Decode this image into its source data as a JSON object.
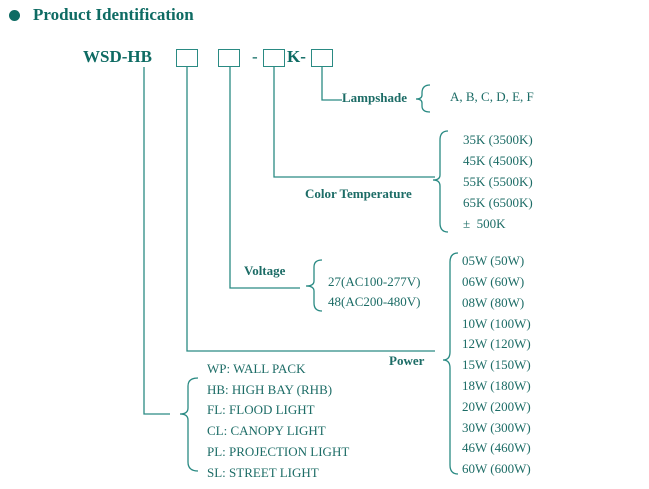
{
  "title": "Product Identification",
  "code": {
    "prefix": "WSD-HB",
    "dash1": "-",
    "k": "K-"
  },
  "labels": {
    "lampshade": "Lampshade",
    "color_temperature": "Color Temperature",
    "voltage": "Voltage",
    "power": "Power"
  },
  "lampshade_options": "A, B, C, D, E, F",
  "color_temperature_options": [
    "35K (3500K)",
    "45K (4500K)",
    "55K (5500K)",
    "65K (6500K)",
    "±  500K"
  ],
  "voltage_options": [
    "27(AC100-277V)",
    "48(AC200-480V)"
  ],
  "power_options": [
    "05W (50W)",
    "06W (60W)",
    "08W (80W)",
    "10W (100W)",
    "12W (120W)",
    "15W (150W)",
    "18W (180W)",
    "20W (200W)",
    "30W (300W)",
    "46W (460W)",
    "60W (600W)"
  ],
  "type_options": [
    "WP: WALL PACK",
    "HB: HIGH BAY (RHB)",
    "FL: FLOOD LIGHT",
    "CL: CANOPY LIGHT",
    "PL: PROJECTION LIGHT",
    "SL: STREET LIGHT"
  ],
  "colors": {
    "accent": "#0e6b63",
    "line": "#2a8a83"
  }
}
